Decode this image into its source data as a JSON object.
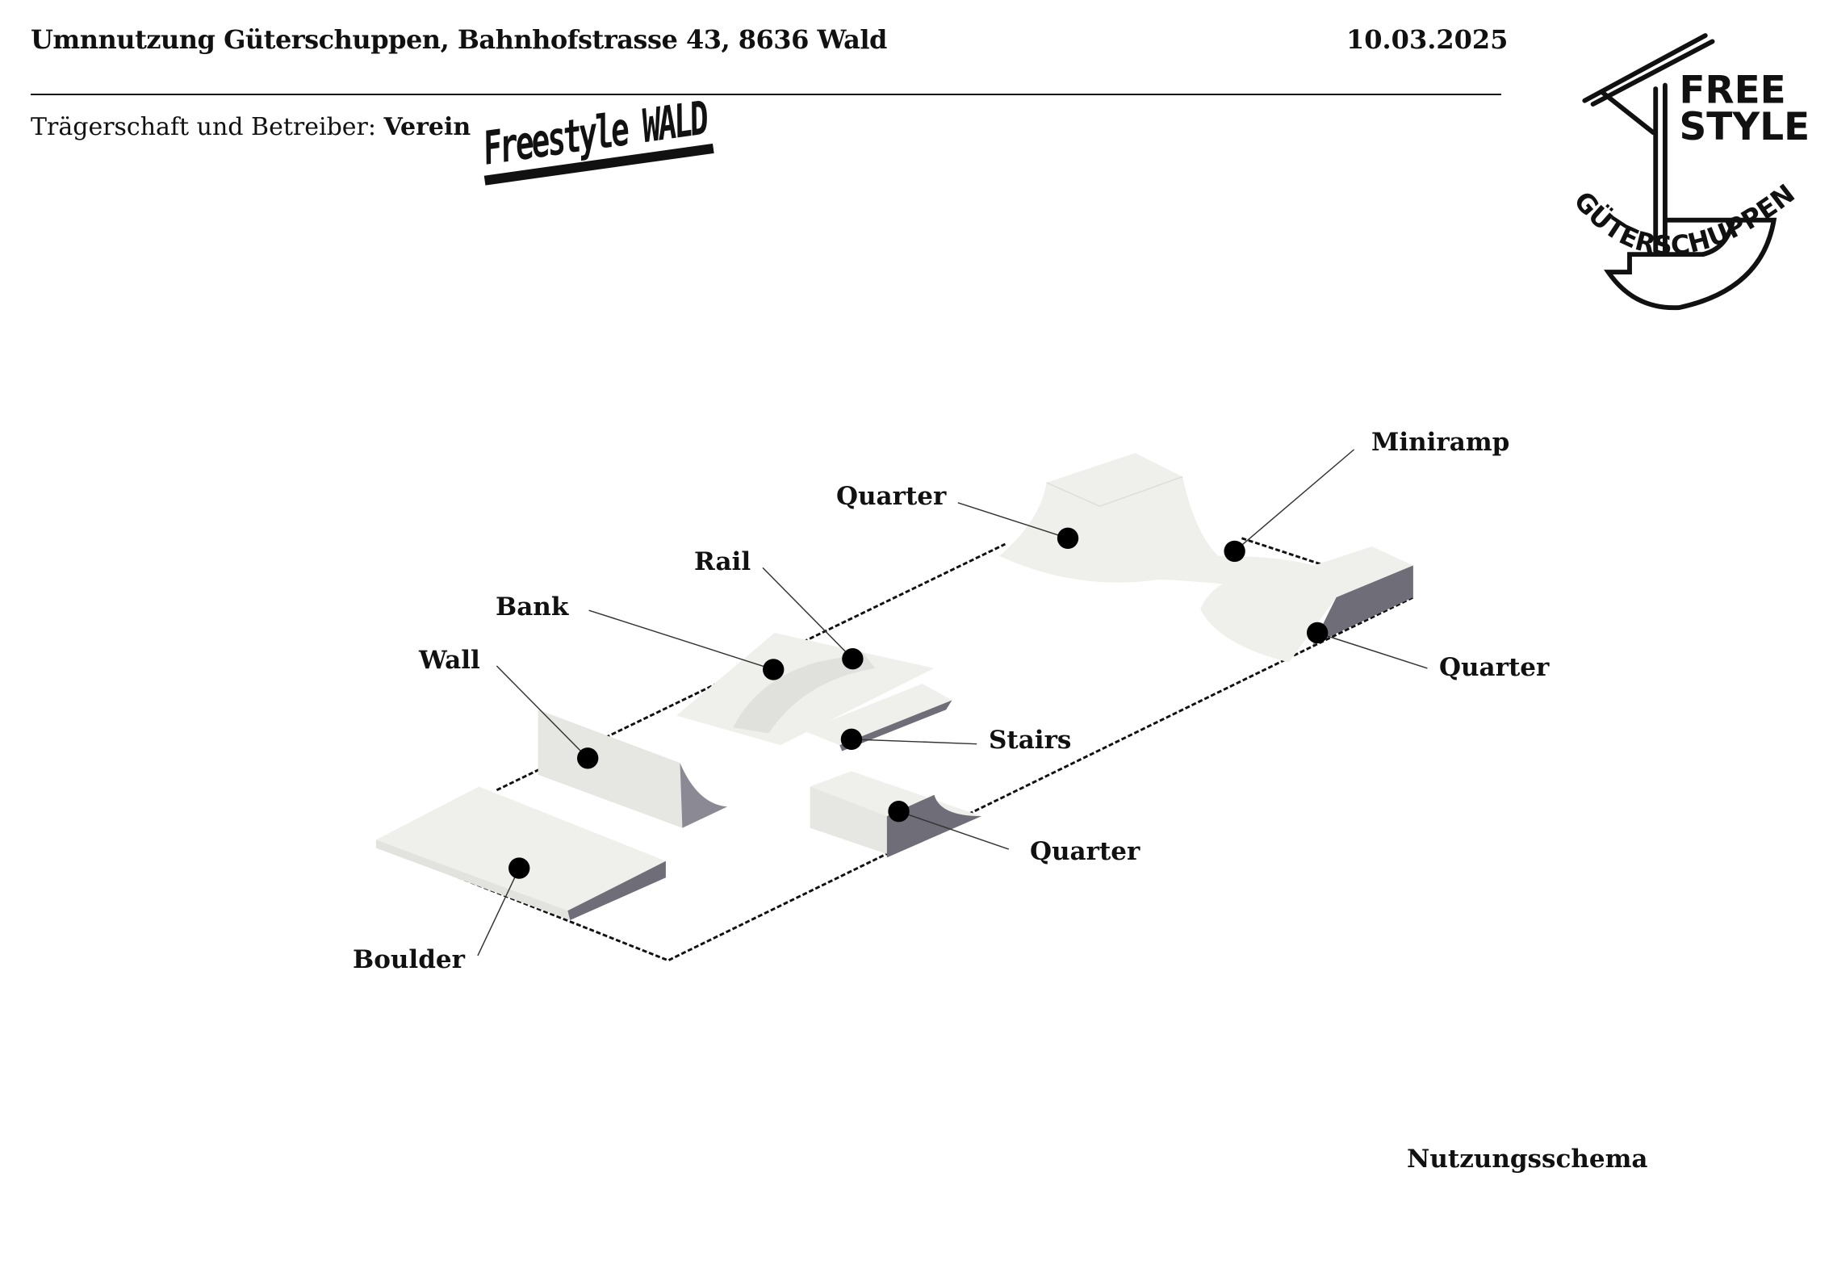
{
  "header": {
    "title": "Umnnutzung Güterschuppen, Bahnhofstrasse 43, 8636 Wald",
    "date": "10.03.2025",
    "subtitle_prefix": "Trägerschaft und Betreiber:",
    "subtitle_bold": "Verein",
    "verein_logo_text": "Freestyle WALD",
    "main_logo_text": [
      "FREE",
      "STYLE",
      "GÜTERSCHUPPEN"
    ]
  },
  "diagram": {
    "labels": {
      "miniramp": "Miniramp",
      "quarter_top": "Quarter",
      "rail": "Rail",
      "bank": "Bank",
      "wall": "Wall",
      "quarter_right": "Quarter",
      "stairs": "Stairs",
      "quarter_bottom": "Quarter",
      "boulder": "Boulder"
    },
    "caption": "Nutzungsschema"
  },
  "colors": {
    "ink": "#111111",
    "obstacle_light": "#efefec",
    "obstacle_shade": "#6e6d78"
  }
}
